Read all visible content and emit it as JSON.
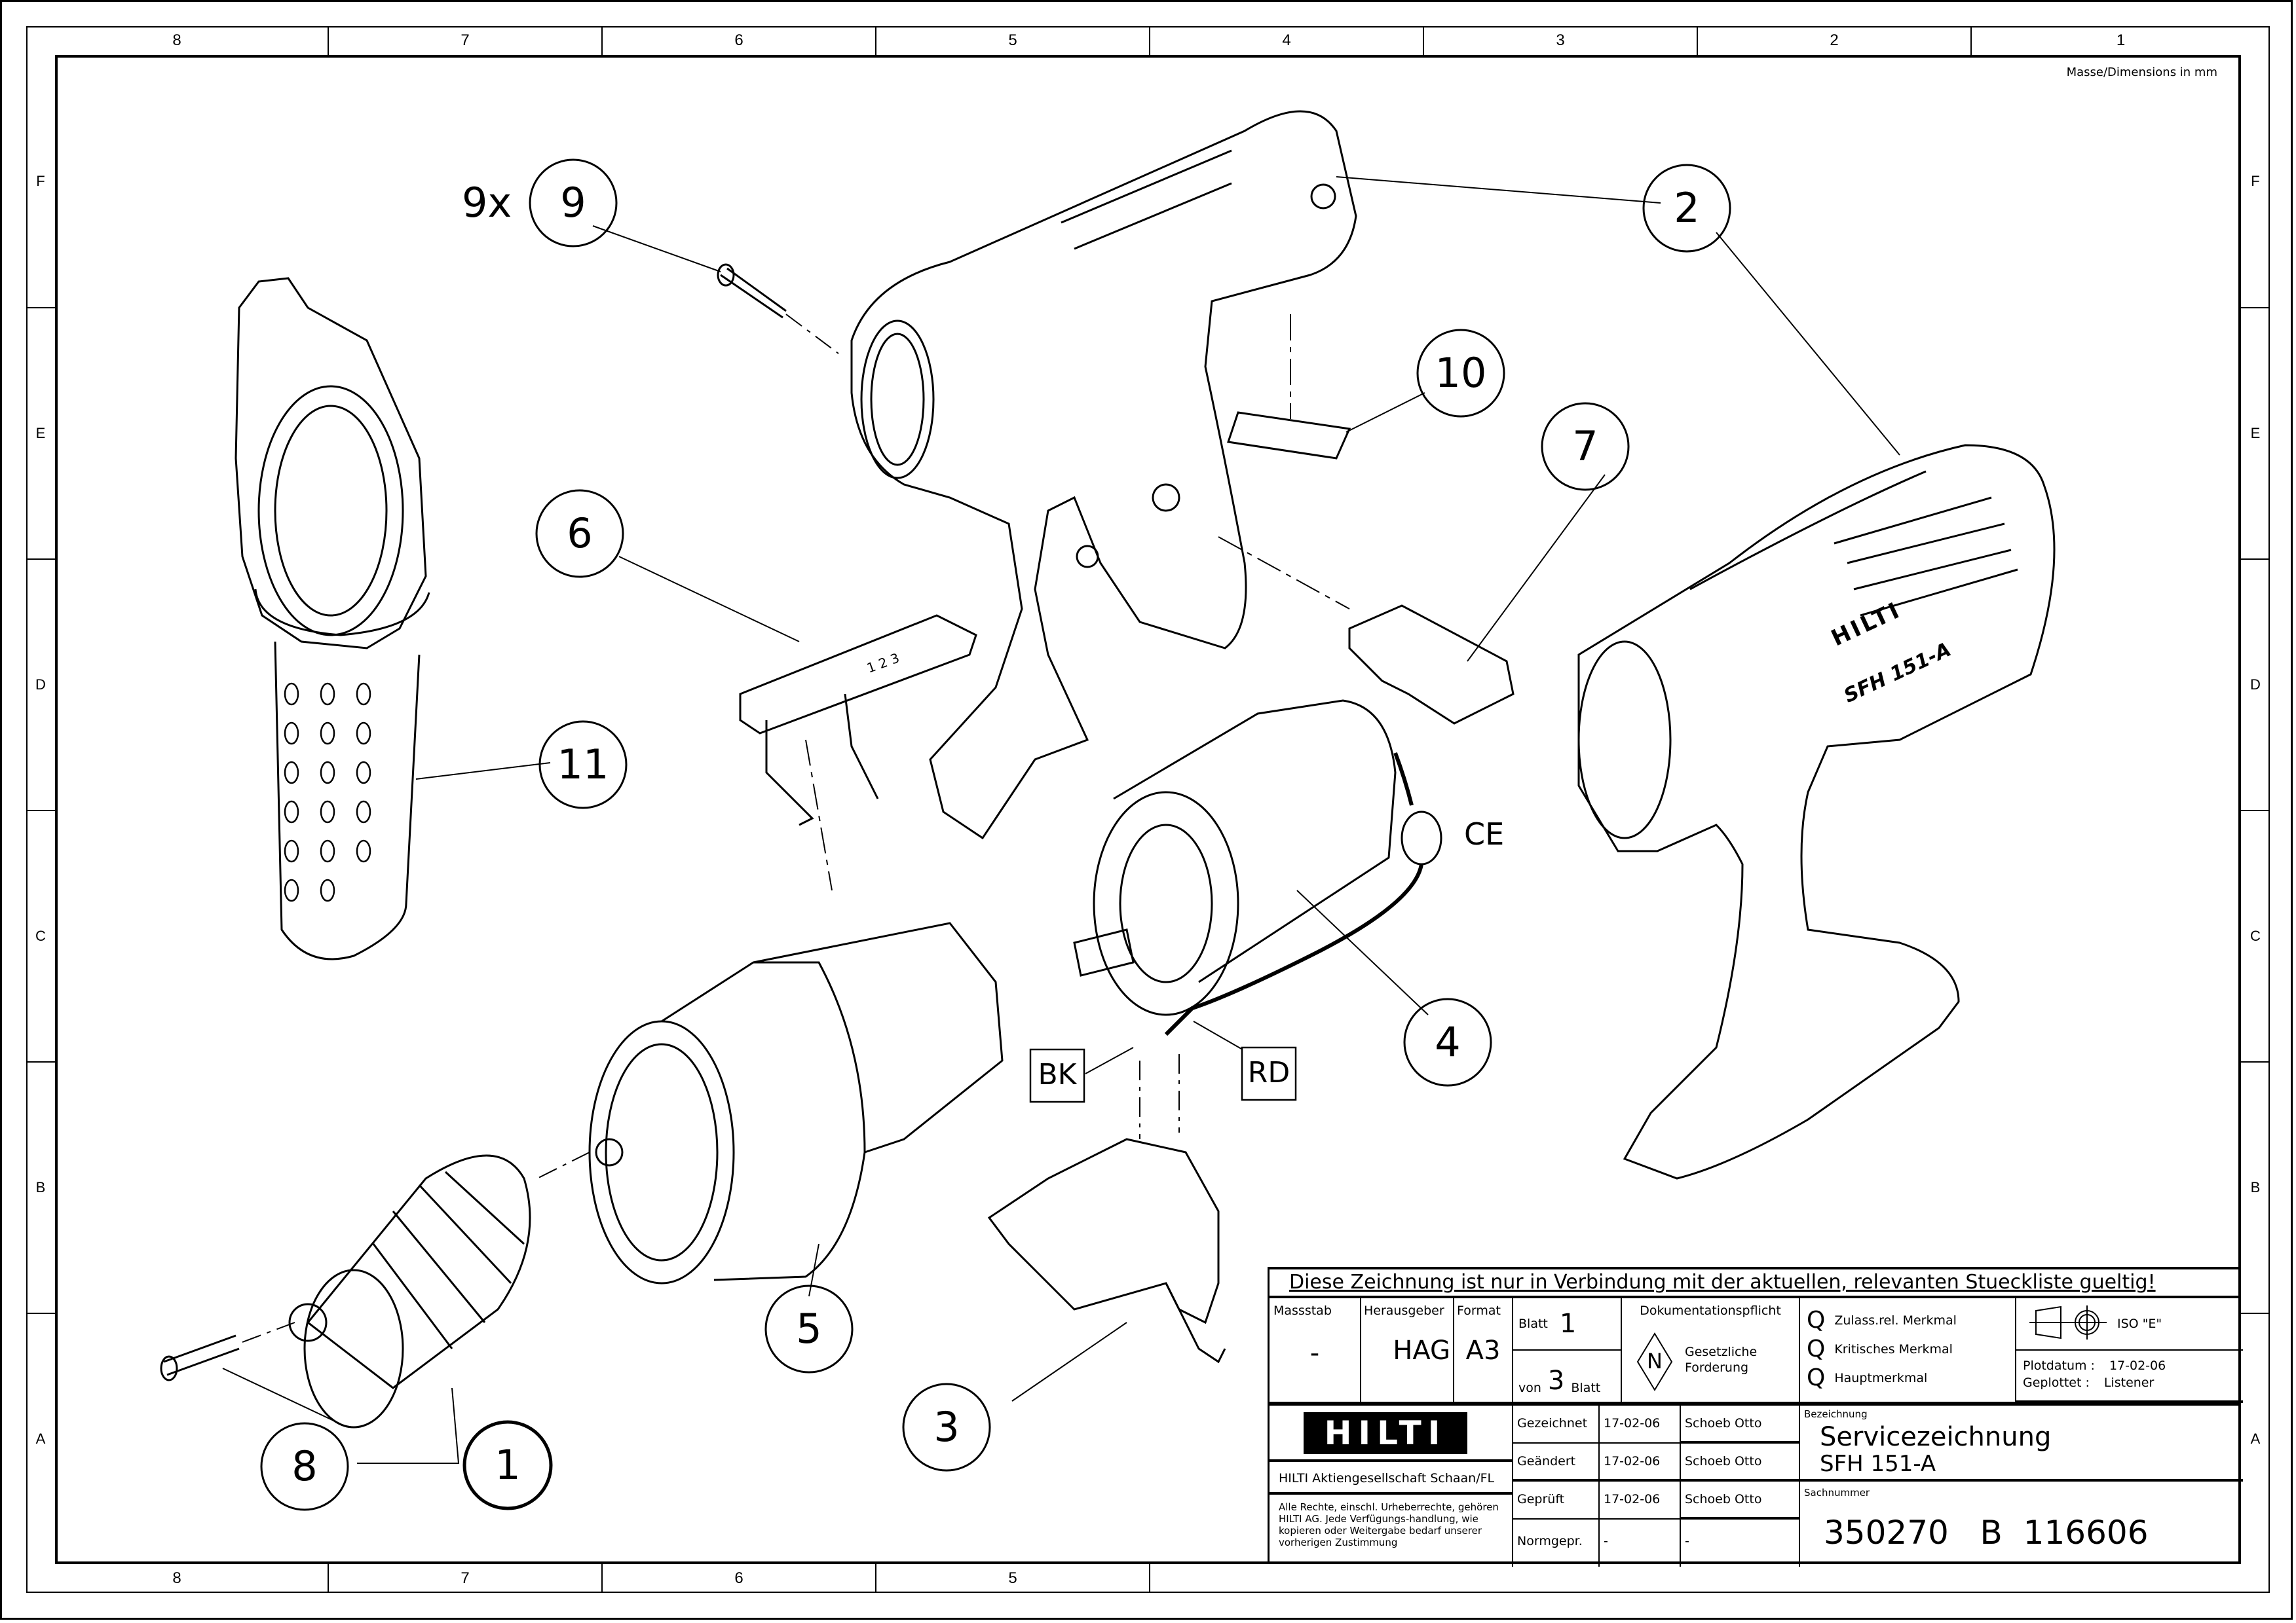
{
  "sheet": {
    "dimensions_note": "Masse/Dimensions in mm",
    "zone_columns": [
      "8",
      "7",
      "6",
      "5",
      "4",
      "3",
      "2",
      "1"
    ],
    "zone_rows": [
      "F",
      "E",
      "D",
      "C",
      "B",
      "A"
    ]
  },
  "drawing": {
    "callouts": [
      {
        "id": "9",
        "label": "9",
        "qty": "9x"
      },
      {
        "id": "2",
        "label": "2"
      },
      {
        "id": "10",
        "label": "10"
      },
      {
        "id": "7",
        "label": "7"
      },
      {
        "id": "6",
        "label": "6"
      },
      {
        "id": "11",
        "label": "11"
      },
      {
        "id": "4",
        "label": "4"
      },
      {
        "id": "5",
        "label": "5"
      },
      {
        "id": "3",
        "label": "3"
      },
      {
        "id": "8",
        "label": "8"
      },
      {
        "id": "1",
        "label": "1"
      }
    ],
    "wire_labels": {
      "ce": "CE",
      "bk": "BK",
      "rd": "RD"
    },
    "housing_brand": "HILTI",
    "housing_model": "SFH 151-A",
    "switch_marks": "1 2 3"
  },
  "title_block": {
    "notice": "Diese Zeichnung ist nur in Verbindung mit der aktuellen, relevanten Stueckliste gueltig!",
    "massstab_label": "Massstab",
    "massstab_value": "-",
    "herausgeber_label": "Herausgeber",
    "herausgeber_value": "HAG",
    "format_label": "Format",
    "format_value": "A3",
    "blatt_label": "Blatt",
    "blatt_value": "1",
    "von_label": "von",
    "von_value": "3",
    "von_suffix": "Blatt",
    "doku_label": "Dokumentationspflicht",
    "doku_symbol": "N",
    "doku_text": "Gesetzliche Forderung",
    "merkmal": [
      {
        "symbol": "Q",
        "label": "Zulass.rel. Merkmal"
      },
      {
        "symbol": "Q",
        "label": "Kritisches Merkmal"
      },
      {
        "symbol": "Q",
        "label": "Hauptmerkmal"
      }
    ],
    "projection": "ISO \"E\"",
    "plotdatum_label": "Plotdatum :",
    "plotdatum_value": "17-02-06",
    "geplottet_label": "Geplottet :",
    "geplottet_value": "Listener",
    "logo": "HILTI",
    "company": "HILTI Aktiengesellschaft Schaan/FL",
    "rights": "Alle Rechte, einschl. Urheberrechte, gehören HILTI AG. Jede Verfügungs-handlung, wie kopieren oder Weitergabe bedarf unserer vorherigen Zustimmung",
    "signoffs": [
      {
        "role": "Gezeichnet",
        "date": "17-02-06",
        "name": "Schoeb Otto"
      },
      {
        "role": "Geändert",
        "date": "17-02-06",
        "name": "Schoeb Otto"
      },
      {
        "role": "Geprüft",
        "date": "17-02-06",
        "name": "Schoeb Otto"
      },
      {
        "role": "Normgepr.",
        "date": "-",
        "name": "-"
      }
    ],
    "bezeichnung_label": "Bezeichnung",
    "bezeichnung_line1": "Servicezeichnung",
    "bezeichnung_line2": "SFH 151-A",
    "sachnummer_label": "Sachnummer",
    "sachnummer_value": "350270   B  116606"
  }
}
